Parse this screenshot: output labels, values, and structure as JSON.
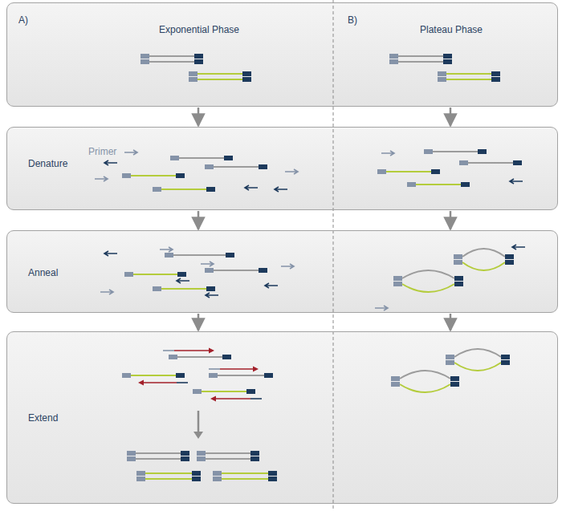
{
  "diagram": {
    "nodes": [
      {
        "text": [
          "A)",
          "Exponential Phase",
          "B)",
          "Plateau Phase"
        ]
      },
      {
        "text": [
          "Denature"
        ]
      },
      {
        "text": [
          "Anneal"
        ]
      },
      {
        "text": [
          "Extend"
        ]
      }
    ],
    "edges": [
      {
        "from": 0,
        "to": 1,
        "arrow": "to"
      },
      {
        "from": 0,
        "to": 1,
        "arrow": "to"
      },
      {
        "from": 1,
        "to": 2,
        "arrow": "to"
      },
      {
        "from": 1,
        "to": 2,
        "arrow": "to"
      },
      {
        "from": 2,
        "to": 3,
        "arrow": "to"
      },
      {
        "from": 2,
        "to": 3,
        "arrow": "to"
      }
    ],
    "labels": [
      "Primer"
    ]
  }
}
